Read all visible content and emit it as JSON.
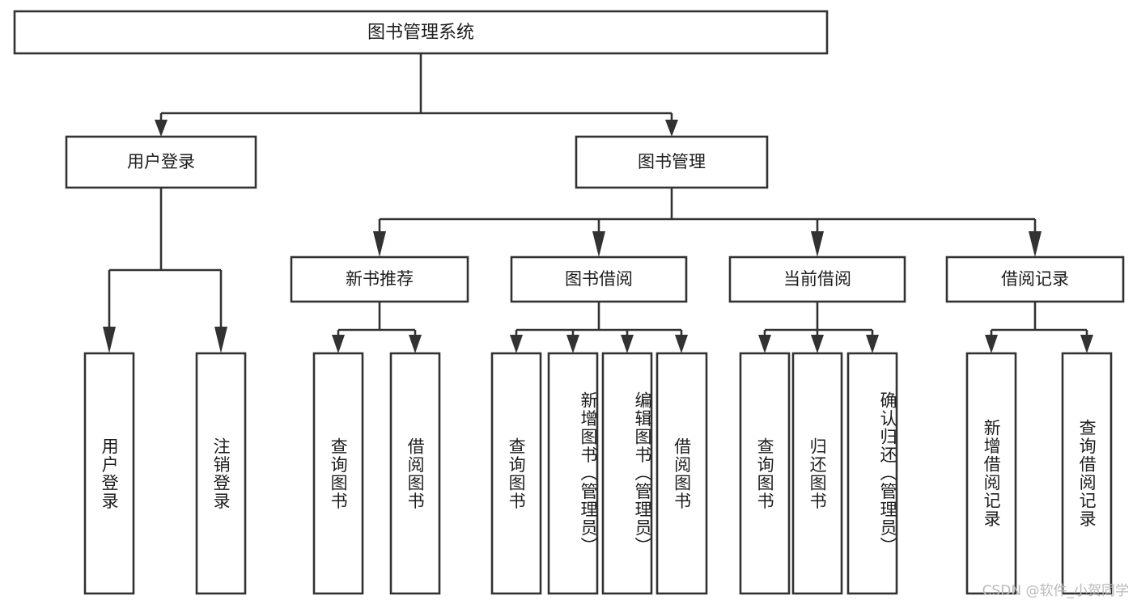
{
  "diagram": {
    "title": "图书管理系统",
    "type": "tree",
    "orientation": "top-down",
    "colors": {
      "box_stroke": "#323232",
      "box_fill": "#ffffff",
      "text": "#1d1d1d",
      "background": "#ffffff",
      "watermark": "#b9b9b9"
    },
    "root": {
      "label": "图书管理系统"
    },
    "level2": [
      {
        "label": "用户登录"
      },
      {
        "label": "图书管理"
      }
    ],
    "level3": [
      {
        "label": "新书推荐"
      },
      {
        "label": "图书借阅"
      },
      {
        "label": "当前借阅"
      },
      {
        "label": "借阅记录"
      }
    ],
    "leaves": {
      "user_login": [
        {
          "label": "用户登录"
        },
        {
          "label": "注销登录"
        }
      ],
      "new_book_recommend": [
        {
          "label": "查询图书"
        },
        {
          "label": "借阅图书"
        }
      ],
      "book_borrow": [
        {
          "label": "查询图书"
        },
        {
          "label": "新增图书（管理员）"
        },
        {
          "label": "编辑图书（管理员）"
        },
        {
          "label": "借阅图书"
        }
      ],
      "current_borrow": [
        {
          "label": "查询图书"
        },
        {
          "label": "归还图书"
        },
        {
          "label": "确认归还（管理员）"
        }
      ],
      "borrow_record": [
        {
          "label": "新增借阅记录"
        },
        {
          "label": "查询借阅记录"
        }
      ]
    }
  },
  "watermark": {
    "text": "CSDN @软件_小贺同学"
  }
}
